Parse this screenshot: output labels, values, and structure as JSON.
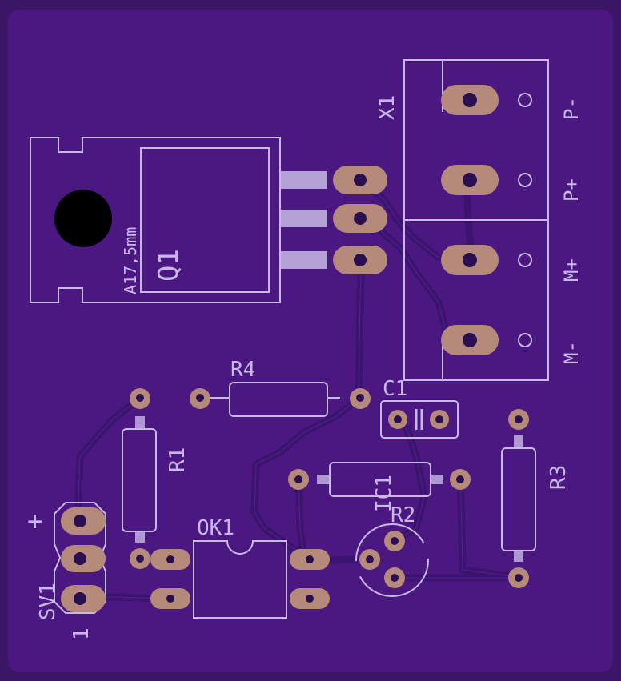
{
  "board": {
    "colors": {
      "substrate": "#4a1880",
      "substrate_outer": "#3b1666",
      "trace": "#3c1470",
      "trace_edge": "#56259a",
      "silkscreen": "#c8b8e8",
      "pad_copper": "#b58a7a",
      "drill": "#2a0f50"
    }
  },
  "labels": {
    "q1": "Q1",
    "q1_note": "A17,5mm",
    "x1": "X1",
    "r4": "R4",
    "r1": "R1",
    "r2": "R2",
    "r3": "R3",
    "c1": "C1",
    "ic1": "IC1",
    "ok1": "OK1",
    "sv1": "SV1",
    "sv1_pin1": "1",
    "plus": "+",
    "p_minus": "P-",
    "p_plus": "P+",
    "m_plus": "M+",
    "m_minus": "M-"
  }
}
